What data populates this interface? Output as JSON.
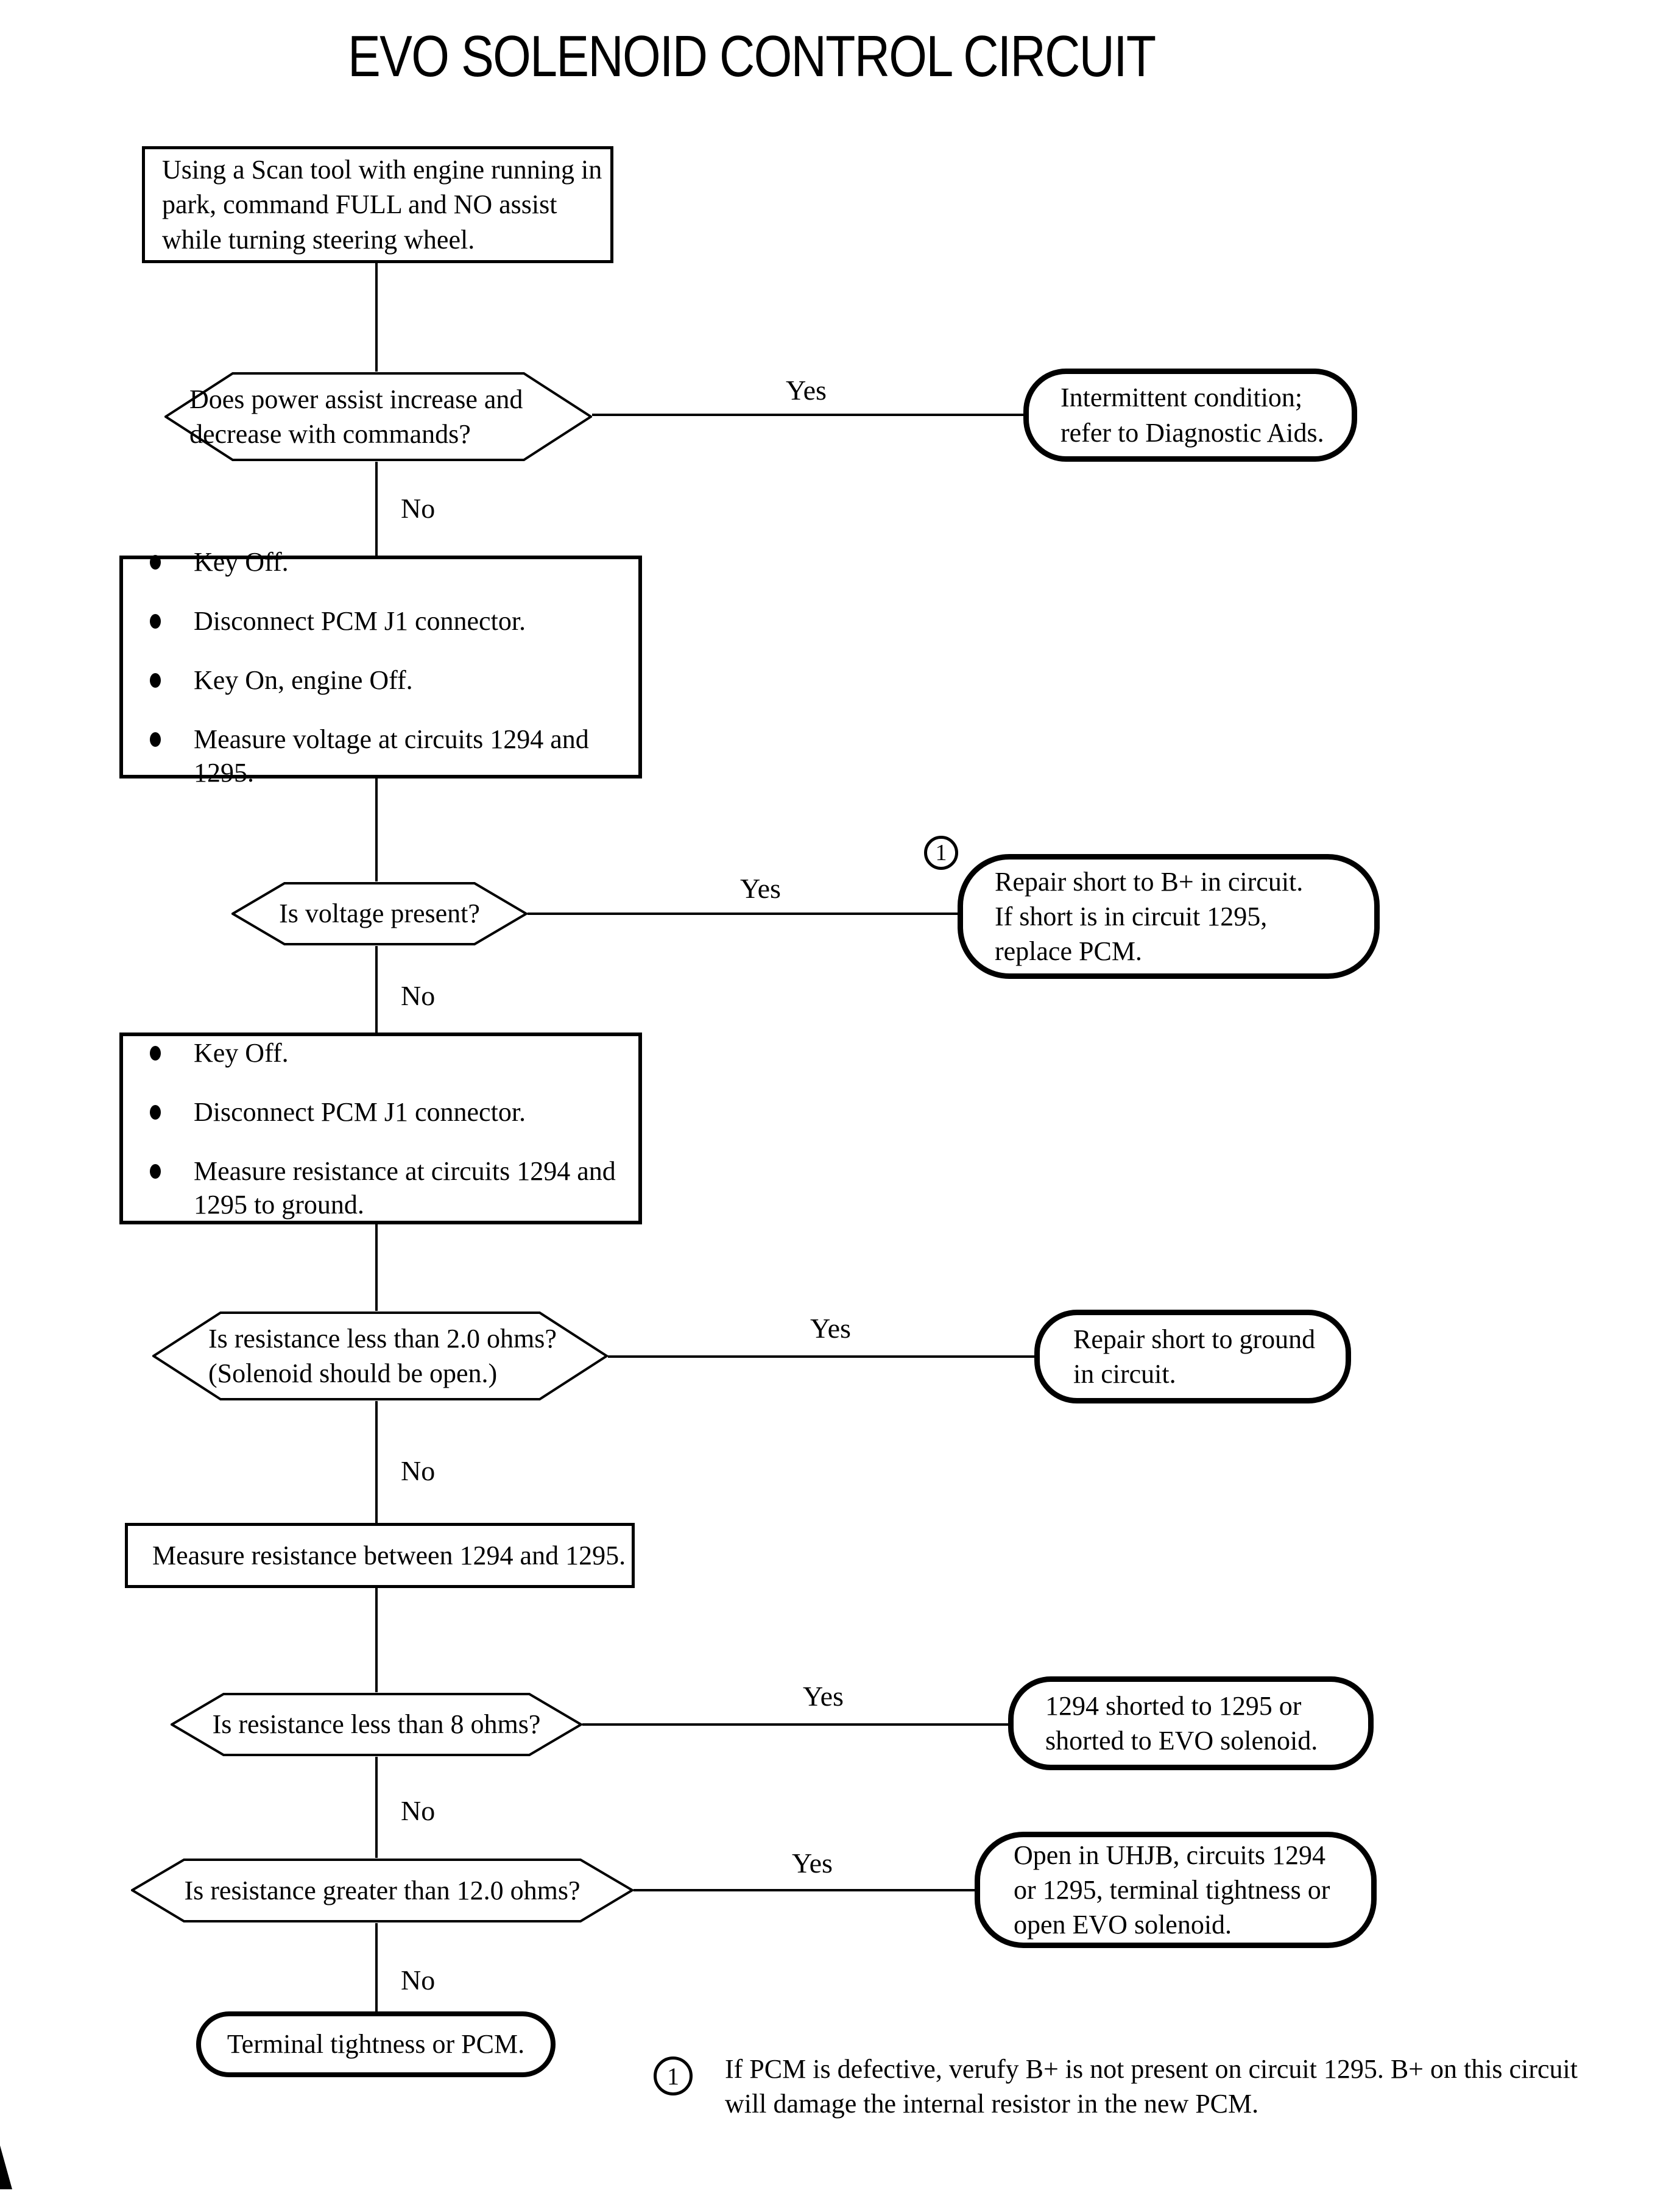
{
  "title": "EVO SOLENOID CONTROL CIRCUIT",
  "labels": {
    "yes": "Yes",
    "no": "No"
  },
  "colors": {
    "ink": "#000000",
    "paper": "#ffffff"
  },
  "nodes": {
    "start": {
      "text": "Using a Scan tool with engine running in\npark, command FULL and NO assist\nwhile turning steering wheel."
    },
    "q_power_assist": {
      "text": "Does power assist increase and\ndecrease with commands?"
    },
    "r_intermittent": {
      "text": "Intermittent condition;\nrefer to Diagnostic Aids."
    },
    "steps_voltage": {
      "items": [
        "Key Off.",
        "Disconnect PCM J1 connector.",
        "Key On, engine Off.",
        "Measure voltage at circuits 1294 and 1295."
      ]
    },
    "q_voltage": {
      "text": "Is voltage present?"
    },
    "r_short_b_plus": {
      "ref": "1",
      "text": "Repair short to B+ in circuit.\nIf short is in circuit 1295,\nreplace PCM."
    },
    "steps_resistance": {
      "items": [
        "Key Off.",
        "Disconnect PCM J1 connector.",
        "Measure resistance at circuits 1294 and\n1295 to ground."
      ]
    },
    "q_resistance_2ohms": {
      "text": "Is resistance less than 2.0 ohms?\n(Solenoid should be open.)"
    },
    "r_short_ground": {
      "text": "Repair short to ground\nin circuit."
    },
    "measure_between": {
      "text": "Measure resistance between 1294 and 1295."
    },
    "q_resistance_8ohms": {
      "text": "Is resistance less than 8 ohms?"
    },
    "r_shorted_1295": {
      "text": "1294 shorted to 1295 or\nshorted to EVO solenoid."
    },
    "q_resistance_12ohms": {
      "text": "Is resistance greater than 12.0 ohms?"
    },
    "r_open_uhjb": {
      "text": "Open in UHJB, circuits 1294\nor 1295, terminal tightness or\nopen EVO solenoid."
    },
    "r_terminal": {
      "text": "Terminal tightness or PCM."
    }
  },
  "footnote": {
    "marker": "1",
    "text": "If PCM is defective, verufy B+ is not present on circuit 1295. B+ on this circuit\nwill damage the internal resistor in the new PCM."
  }
}
